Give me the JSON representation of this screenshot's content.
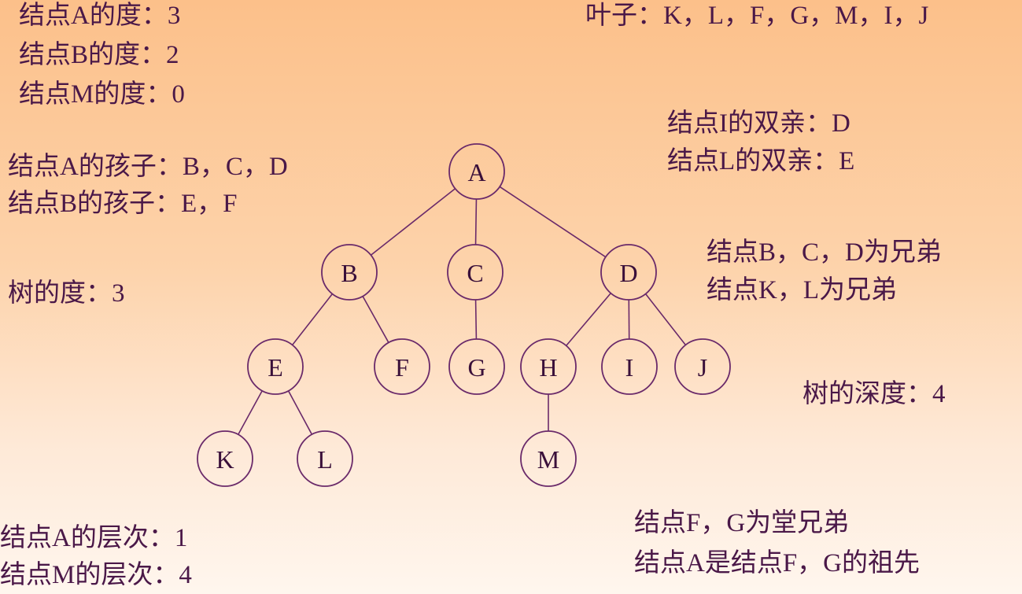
{
  "notes": {
    "degree_a": "结点A的度：3",
    "degree_b": "结点B的度：2",
    "degree_m": "结点M的度：0",
    "leaves": "叶子：K，L，F，G，M，I，J",
    "parent_i": "结点I的双亲：D",
    "parent_l": "结点L的双亲：E",
    "children_a": "结点A的孩子：B，C，D",
    "children_b": "结点B的孩子：E，F",
    "siblings_bcd": "结点B，C，D为兄弟",
    "siblings_kl": "结点K，L为兄弟",
    "tree_degree": "树的度：3",
    "tree_depth": "树的深度：4",
    "level_a": "结点A的层次：1",
    "level_m": "结点M的层次：4",
    "cousins_fg": "结点F，G为堂兄弟",
    "ancestor_a": "结点A是结点F，G的祖先"
  },
  "tree": {
    "nodes": [
      "A",
      "B",
      "C",
      "D",
      "E",
      "F",
      "G",
      "H",
      "I",
      "J",
      "K",
      "L",
      "M"
    ],
    "edges": [
      [
        "A",
        "B"
      ],
      [
        "A",
        "C"
      ],
      [
        "A",
        "D"
      ],
      [
        "B",
        "E"
      ],
      [
        "B",
        "F"
      ],
      [
        "C",
        "G"
      ],
      [
        "D",
        "H"
      ],
      [
        "D",
        "I"
      ],
      [
        "D",
        "J"
      ],
      [
        "E",
        "K"
      ],
      [
        "E",
        "L"
      ],
      [
        "H",
        "M"
      ]
    ]
  }
}
